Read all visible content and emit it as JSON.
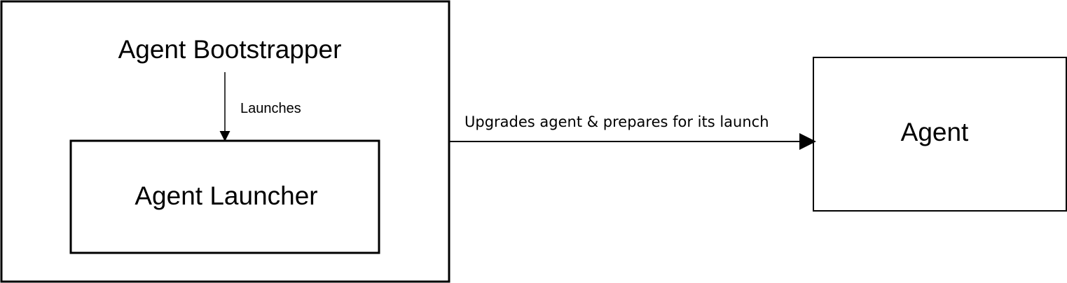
{
  "diagram": {
    "nodes": {
      "bootstrapper": {
        "label": "Agent Bootstrapper"
      },
      "launcher": {
        "label": "Agent Launcher"
      },
      "agent": {
        "label": "Agent"
      }
    },
    "edges": {
      "launches": {
        "label": "Launches"
      },
      "upgrades": {
        "label": "Upgrades agent & prepares for its launch"
      }
    },
    "colors": {
      "stroke": "#000000",
      "background": "#ffffff",
      "text": "#000000"
    }
  }
}
